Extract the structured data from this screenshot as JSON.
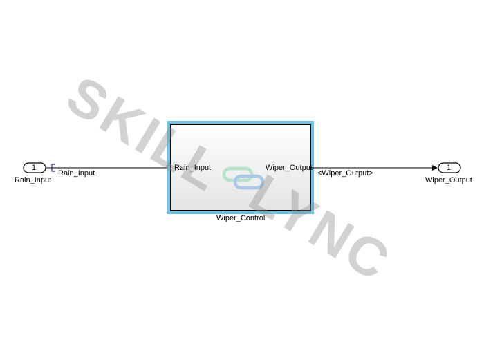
{
  "diagram": {
    "inport": {
      "number": "1",
      "name": "Rain_Input"
    },
    "input_signal_label": "Rain_Input",
    "subsystem": {
      "name": "Wiper_Control",
      "input_port_label": "Rain_Input",
      "output_port_label": "Wiper_Output"
    },
    "output_signal_label": "<Wiper_Output>",
    "outport": {
      "number": "1",
      "name": "Wiper_Output"
    }
  },
  "watermark": {
    "line1": "SKILL",
    "line2": "LYNC"
  },
  "colors": {
    "line": "#000000",
    "subsystem_border": "#000000",
    "subsystem_highlight": "#6cc4e8",
    "link_icon_green": "#b6e3c8",
    "link_icon_blue": "#a9c7e8",
    "bus_creator_mark": "#3a2f7a"
  }
}
